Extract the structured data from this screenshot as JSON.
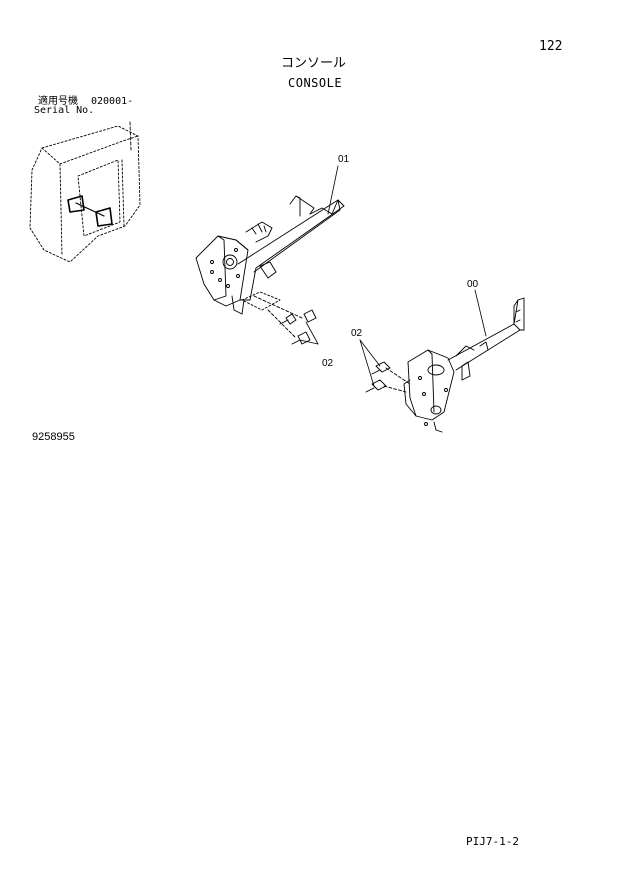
{
  "page": {
    "page_number": "122",
    "title_ja": "コンソール",
    "title_en": "CONSOLE",
    "serial_label_ja": "適用号機",
    "serial_value": "020001-",
    "serial_label_en": "Serial No.",
    "drawing_number": "9258955",
    "footer_code": "PIJ7-1-2"
  },
  "diagram": {
    "callouts": [
      "01",
      "00",
      "02",
      "02"
    ]
  }
}
